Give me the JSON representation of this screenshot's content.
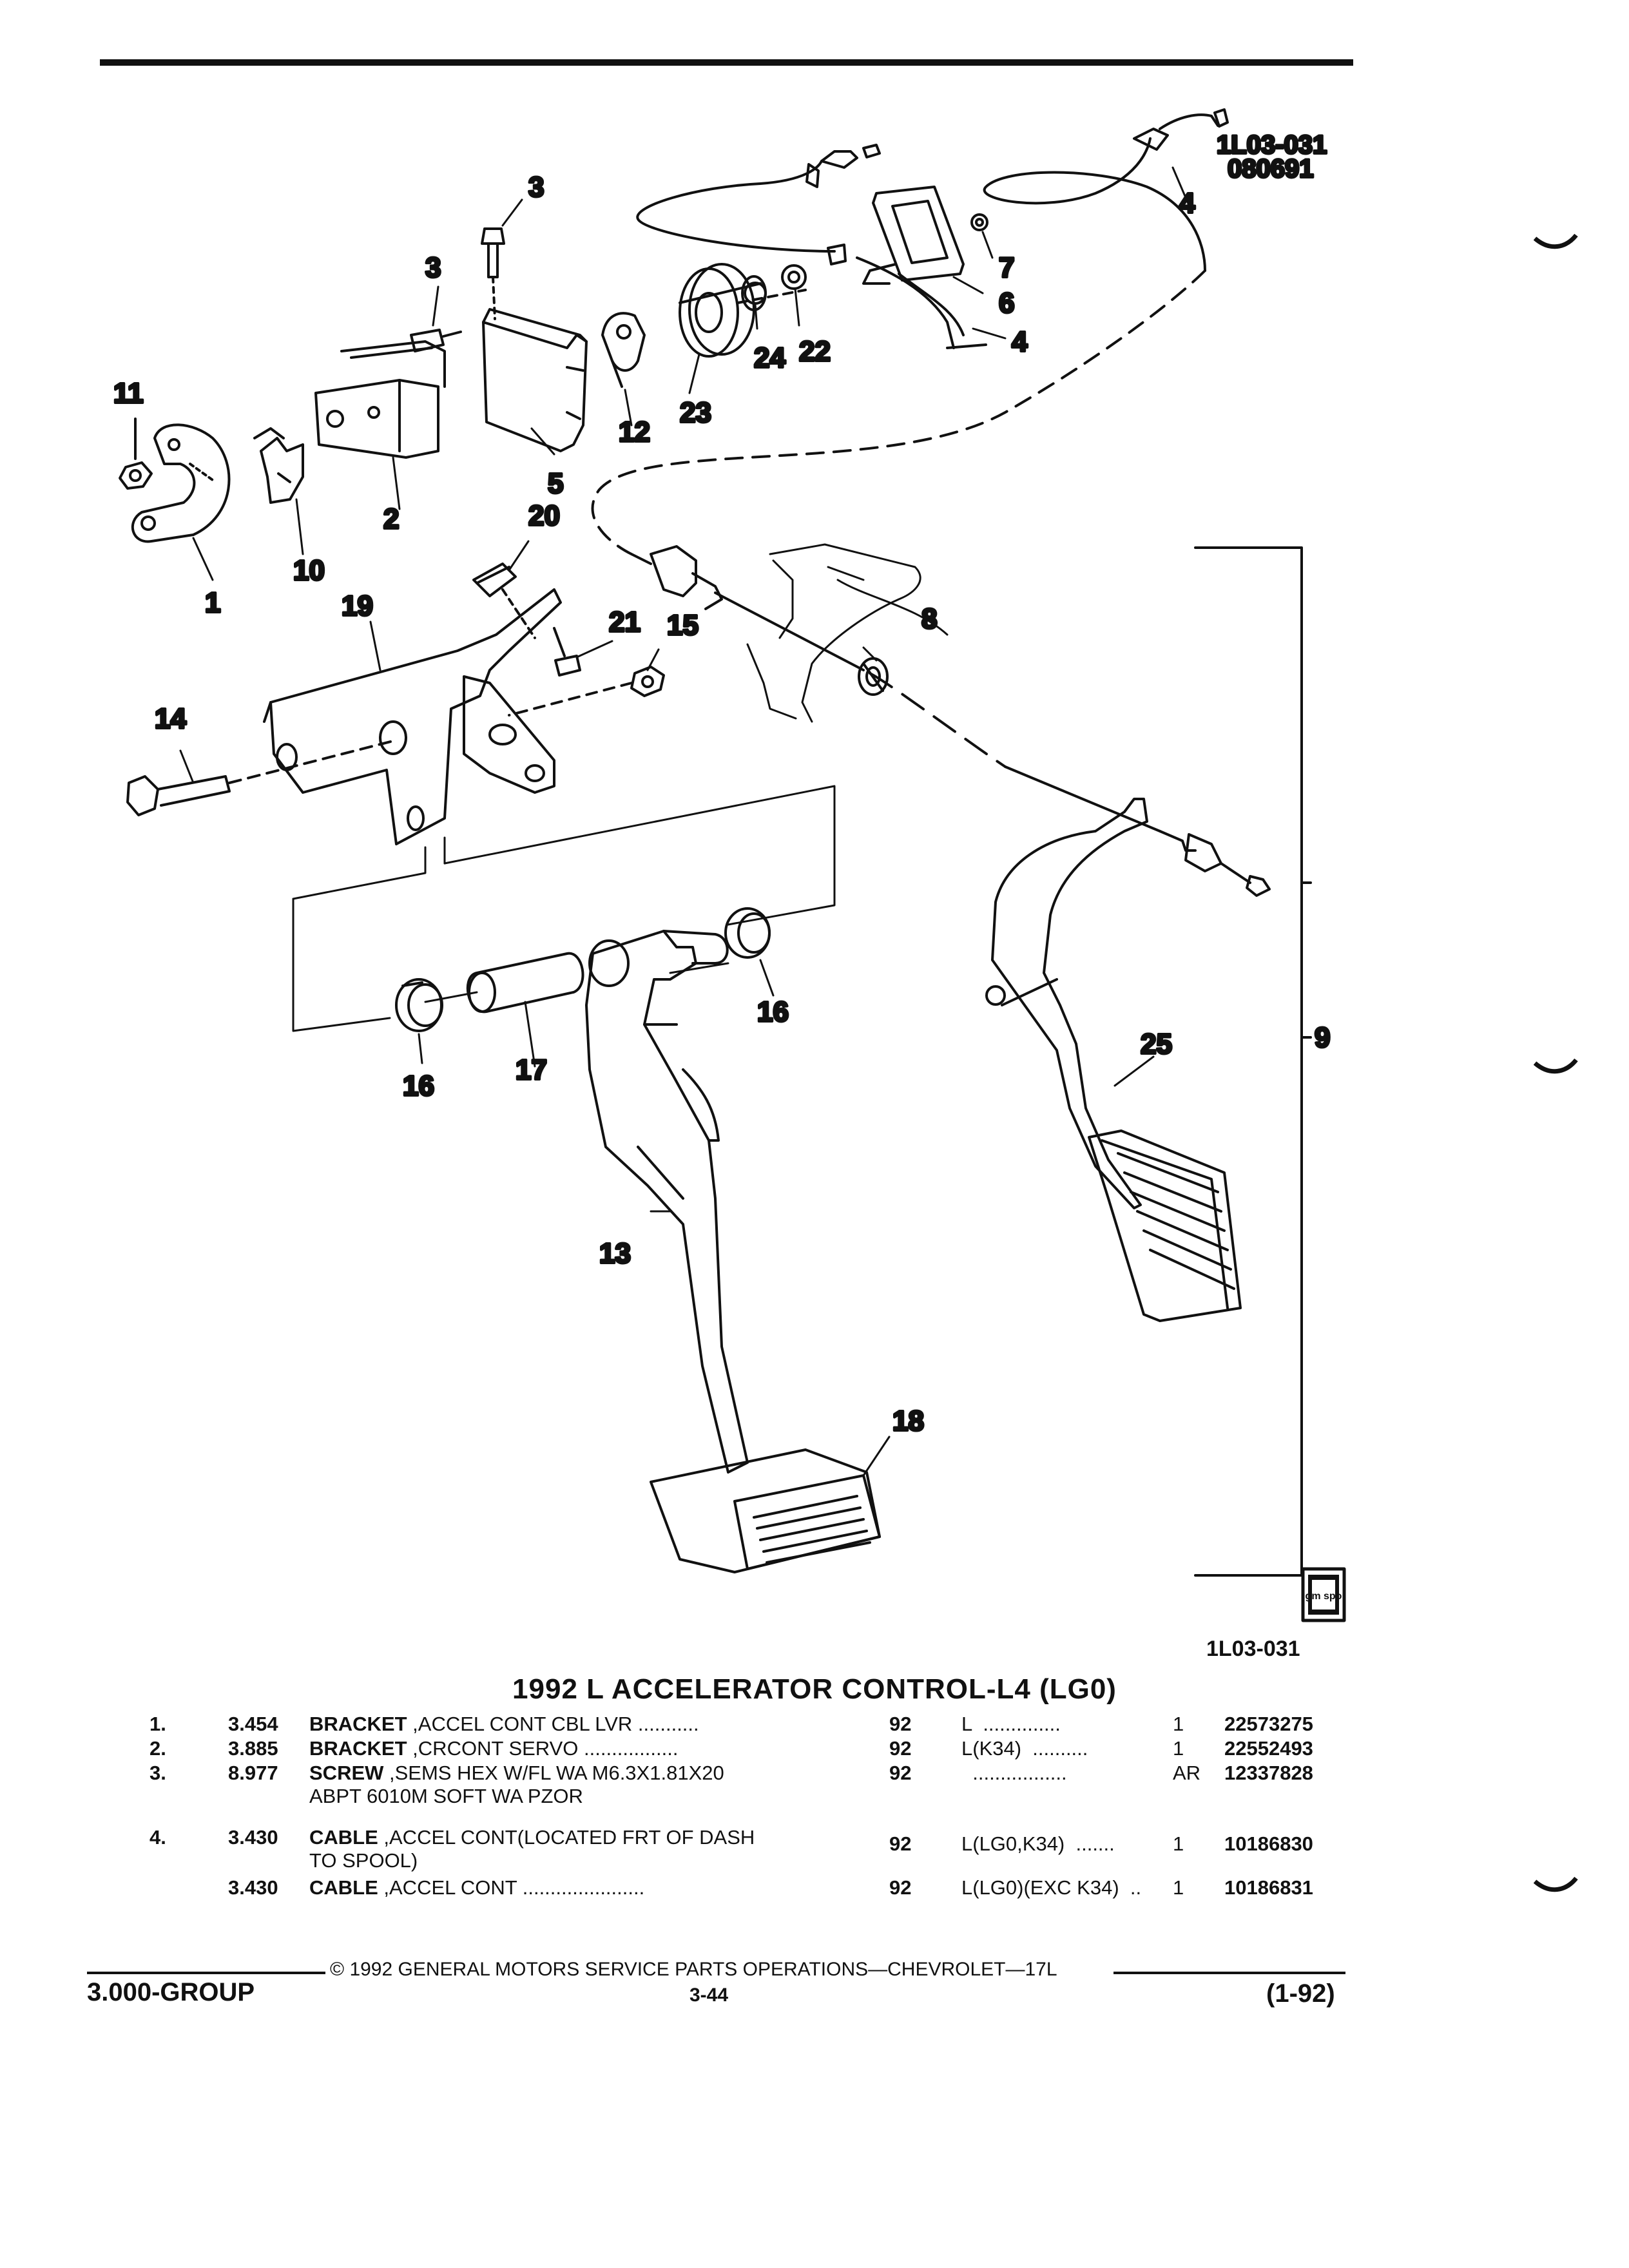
{
  "illustration": {
    "header_code": "1L03-031",
    "header_date": "080691",
    "figure_id": "1L03-031",
    "logo_text": "gm spo",
    "callouts": {
      "c1": "1",
      "c2": "2",
      "c3a": "3",
      "c3b": "3",
      "c4a": "4",
      "c4b": "4",
      "c5": "5",
      "c6": "6",
      "c7": "7",
      "c8": "8",
      "c9": "9",
      "c10": "10",
      "c11": "11",
      "c12": "12",
      "c13": "13",
      "c14": "14",
      "c15": "15",
      "c16a": "16",
      "c16b": "16",
      "c17": "17",
      "c18": "18",
      "c19": "19",
      "c20": "20",
      "c21": "21",
      "c22": "22",
      "c23": "23",
      "c24": "24",
      "c25": "25"
    }
  },
  "title": "1992 L ACCELERATOR CONTROL-L4 (LG0)",
  "parts": [
    {
      "num": "1.",
      "group": "3.454",
      "name": "BRACKET",
      "desc": " ,ACCEL CONT CBL LVR",
      "leader": "...........",
      "year": "92",
      "usage": "L  ..............",
      "qty": "1",
      "part_no": "22573275"
    },
    {
      "num": "2.",
      "group": "3.885",
      "name": "BRACKET",
      "desc": " ,CRCONT SERVO",
      "leader": ".................",
      "year": "92",
      "usage": "L(K34)  ..........",
      "qty": "1",
      "part_no": "22552493"
    },
    {
      "num": "3.",
      "group": "8.977",
      "name": "SCREW",
      "desc": " ,SEMS HEX W/FL WA M6.3X1.81X20\nABPT 6010M SOFT WA PZOR",
      "leader": "",
      "year": "92",
      "usage": "  .................",
      "qty": "AR",
      "part_no": "12337828"
    },
    {
      "num": "4.",
      "group": "3.430",
      "name": "CABLE",
      "desc": " ,ACCEL CONT(LOCATED FRT OF DASH\nTO SPOOL)",
      "leader": "",
      "year": "92",
      "usage": "L(LG0,K34)  .......",
      "qty": "1",
      "part_no": "10186830"
    },
    {
      "num": "",
      "group": "3.430",
      "name": "CABLE",
      "desc": " ,ACCEL CONT",
      "leader": "......................",
      "year": "92",
      "usage": "L(LG0)(EXC K34)  ..",
      "qty": "1",
      "part_no": "10186831"
    }
  ],
  "footer": {
    "copyright": "© 1992 GENERAL MOTORS SERVICE PARTS OPERATIONS—CHEVROLET—17L",
    "group": "3.000-GROUP",
    "page": "3-44",
    "edition": "(1-92)"
  }
}
